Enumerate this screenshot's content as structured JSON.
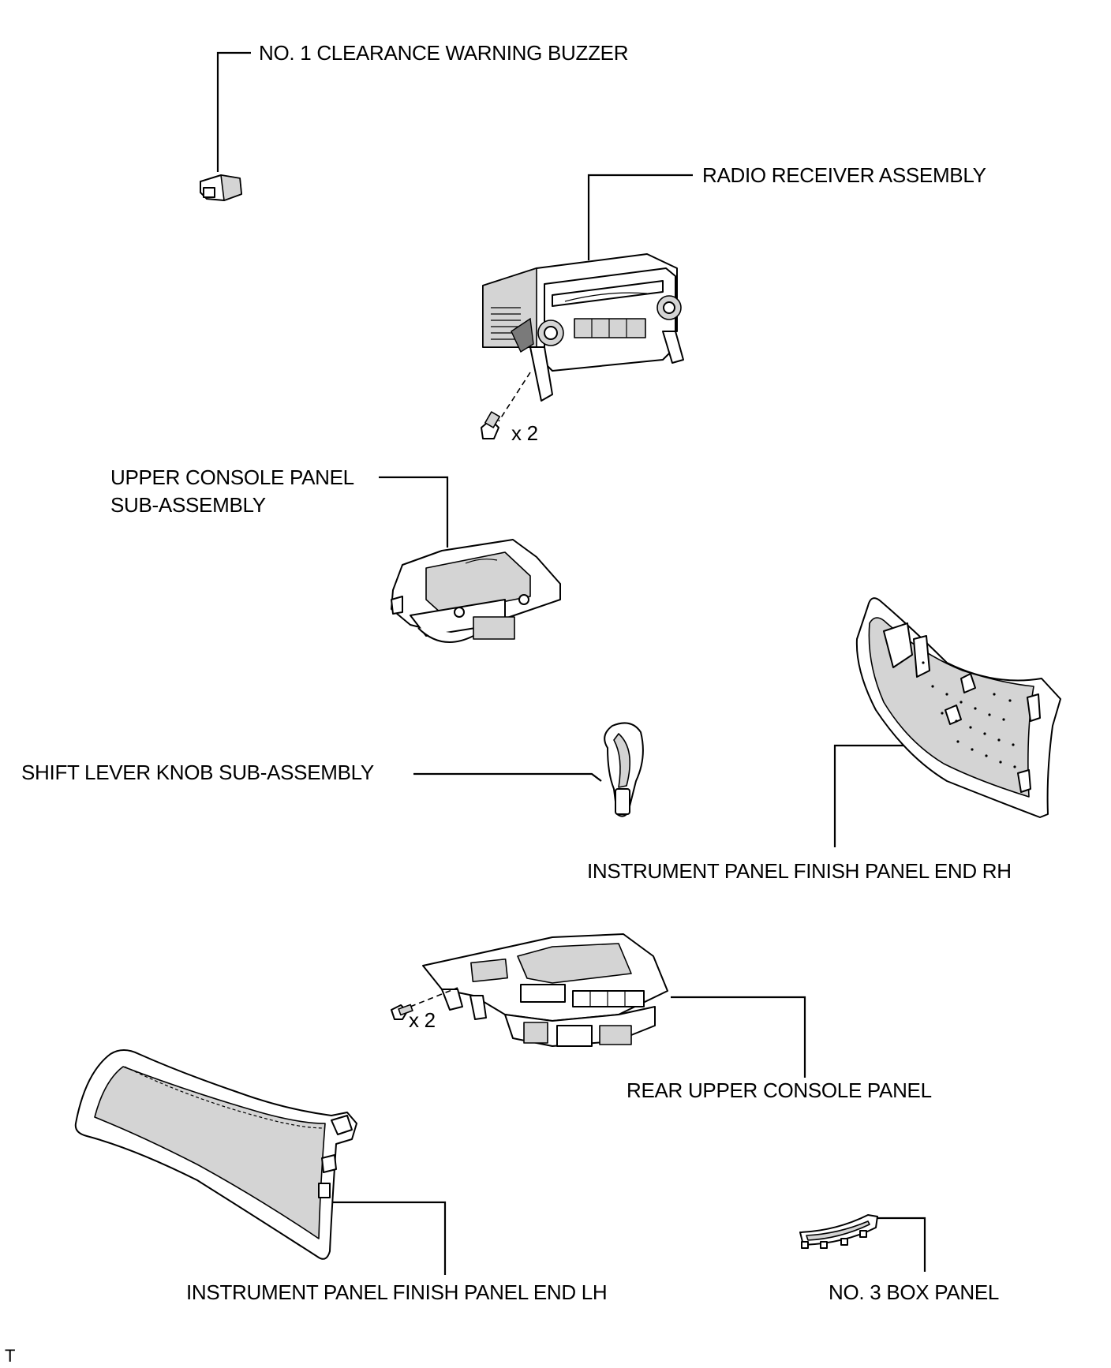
{
  "labels": {
    "buzzer": "NO. 1 CLEARANCE WARNING BUZZER",
    "radio": "RADIO RECEIVER ASSEMBLY",
    "radio_qty": "x 2",
    "upper_console_line1": "UPPER CONSOLE PANEL",
    "upper_console_line2": "SUB-ASSEMBLY",
    "shift_knob": "SHIFT LEVER KNOB SUB-ASSEMBLY",
    "panel_end_rh": "INSTRUMENT PANEL FINISH PANEL END RH",
    "rear_console_qty": "x 2",
    "rear_console": "REAR UPPER CONSOLE PANEL",
    "panel_end_lh": "INSTRUMENT PANEL FINISH PANEL END LH",
    "box_panel": "NO. 3 BOX PANEL",
    "corner_mark": "T"
  }
}
